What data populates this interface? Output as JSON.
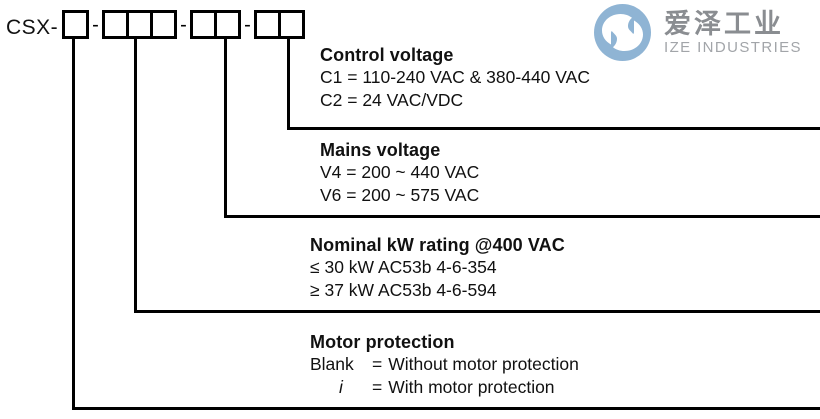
{
  "code": {
    "prefix": "CSX-",
    "separator": "-",
    "groups": [
      {
        "name": "motor-protection",
        "boxes": 1
      },
      {
        "name": "nominal-kw-rating",
        "boxes": 3
      },
      {
        "name": "mains-voltage",
        "boxes": 2
      },
      {
        "name": "control-voltage",
        "boxes": 2
      }
    ]
  },
  "sections": {
    "control_voltage": {
      "title": "Control voltage",
      "lines": [
        "C1 = 110-240 VAC & 380-440 VAC",
        "C2 = 24 VAC/VDC"
      ]
    },
    "mains_voltage": {
      "title": "Mains voltage",
      "lines": [
        "V4 = 200 ~ 440 VAC",
        "V6 = 200 ~ 575 VAC"
      ]
    },
    "nominal_kw_rating": {
      "title": "Nominal kW rating @400 VAC",
      "lines": [
        "≤ 30 kW AC53b 4-6-354",
        "≥ 37 kW AC53b 4-6-594"
      ]
    },
    "motor_protection": {
      "title": "Motor protection",
      "rows": [
        {
          "key": "Blank",
          "eq": "=",
          "value": "Without motor protection"
        },
        {
          "key": "i",
          "eq": "=",
          "value": "With motor protection"
        }
      ]
    }
  },
  "logo": {
    "chinese": "爱泽工业",
    "english": "IZE INDUSTRIES",
    "mark_color": "#8fb4d4",
    "text_color": "#8a8d91"
  },
  "colors": {
    "line": "#000000",
    "text": "#111111"
  }
}
